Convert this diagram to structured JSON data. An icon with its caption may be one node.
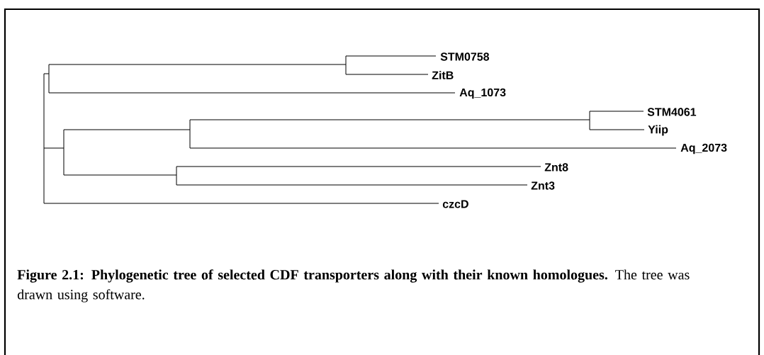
{
  "diagram": {
    "caption": "**Figure 2.1: Phylogenetic tree of selected CDF transporters along with their known homologues.** The tree was drawn using software.",
    "labels": [
      "STM0758",
      "ZitB",
      "Aq_1073",
      "STM4061",
      "Yiip",
      "Aq_2073",
      "Znt8",
      "Znt3",
      "czcD"
    ]
  }
}
